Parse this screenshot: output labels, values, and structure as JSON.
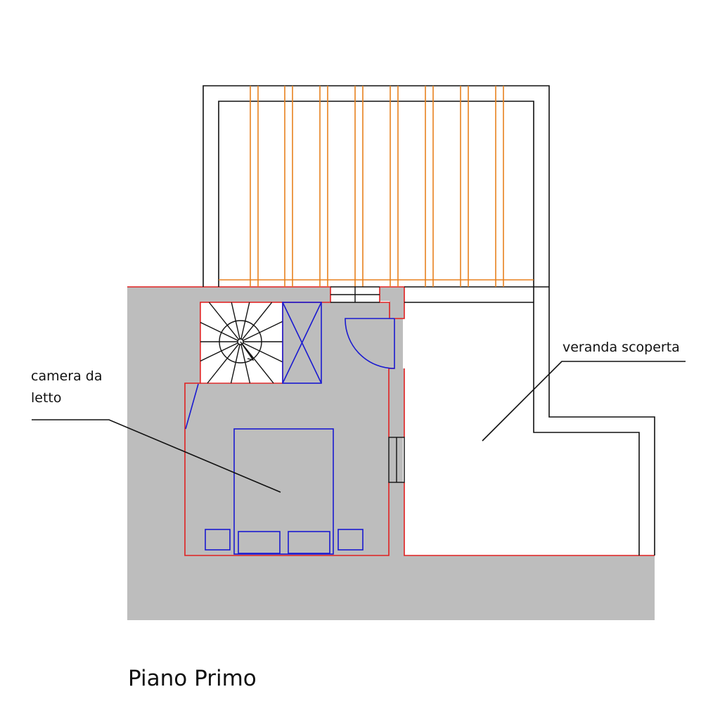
{
  "title": "Piano Primo",
  "labels": {
    "bedroom_line1": "camera da",
    "bedroom_line2": "letto",
    "veranda": "veranda scoperta"
  },
  "colors": {
    "background": "#ffffff",
    "wall_fill": "#bdbdbd",
    "structure_line": "#111111",
    "wall_edge": "#e02020",
    "furniture": "#1a1ad0",
    "pergola_beam": "#e8801e"
  }
}
